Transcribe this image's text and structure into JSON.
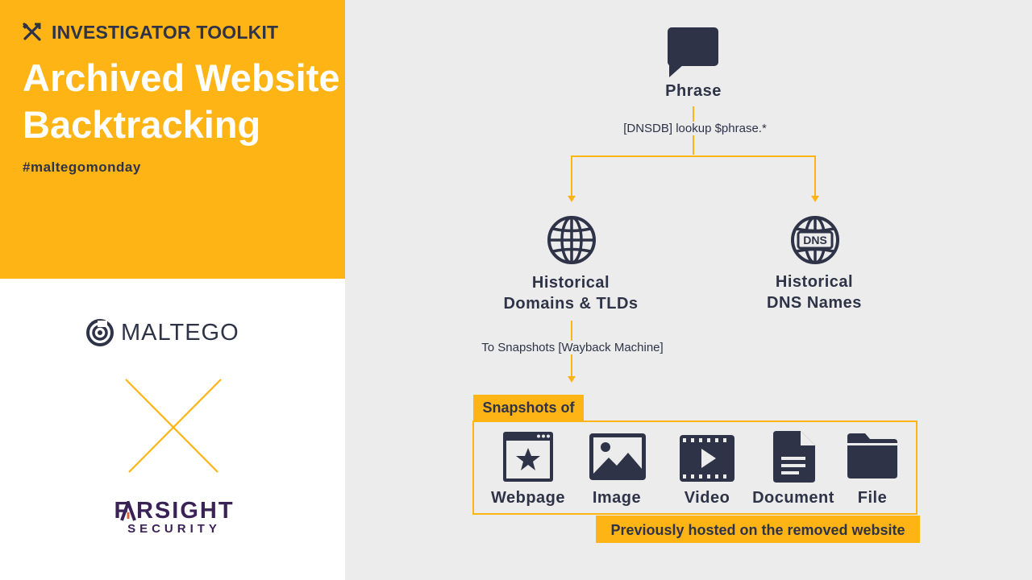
{
  "header": {
    "kicker": "INVESTIGATOR TOOLKIT",
    "kicker_icon": "tools-icon",
    "title_line1": "Archived Website",
    "title_line2": "Backtracking",
    "hashtag": "#maltegomonday"
  },
  "logos": {
    "maltego": "MALTEGO",
    "farsight_main": "F RSIGHT",
    "farsight_sub": "SECURITY"
  },
  "diagram": {
    "root": {
      "label": "Phrase",
      "icon": "speech-bubble-icon"
    },
    "edge_1": "[DNSDB] lookup $phrase.*",
    "branch_left": {
      "line1": "Historical",
      "line2": "Domains & TLDs",
      "icon": "globe-icon"
    },
    "branch_right": {
      "line1": "Historical",
      "line2": "DNS Names",
      "icon": "dns-globe-icon",
      "icon_text": "DNS"
    },
    "edge_2": "To Snapshots [Wayback Machine]",
    "snapshots_tag": "Snapshots of",
    "footer_tag": "Previously hosted on the removed website",
    "types": [
      {
        "label": "Webpage",
        "icon": "webpage-icon"
      },
      {
        "label": "Image",
        "icon": "image-icon"
      },
      {
        "label": "Video",
        "icon": "video-icon"
      },
      {
        "label": "Document",
        "icon": "document-icon"
      },
      {
        "label": "File",
        "icon": "folder-icon"
      }
    ]
  },
  "colors": {
    "accent": "#fdb414",
    "ink": "#2e3347",
    "panel": "#ececec",
    "farsight": "#3a2257",
    "farsight_accent": "#e8632b"
  }
}
